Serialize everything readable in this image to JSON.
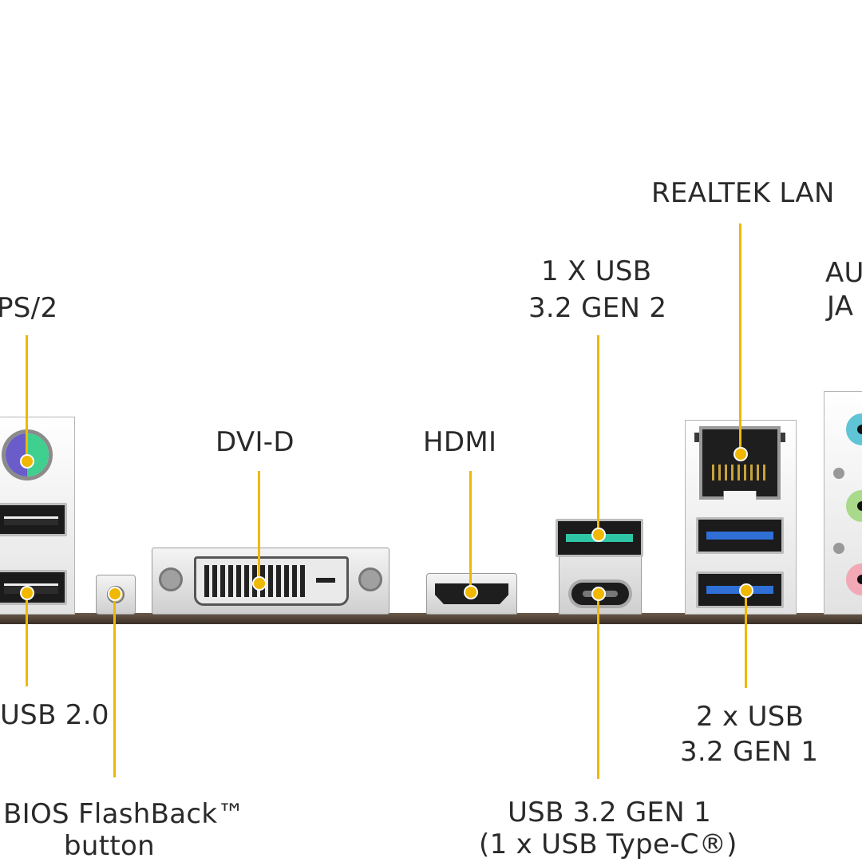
{
  "labels": {
    "ps2": "PS/2",
    "usb20": "USB 2.0",
    "bios_line1": "BIOS FlashBack™",
    "bios_line2": "button",
    "dvid": "DVI-D",
    "hdmi": "HDMI",
    "usb_gen2_line1": "1 X USB",
    "usb_gen2_line2": "3.2 GEN 2",
    "typec_line1": "USB 3.2 GEN 1",
    "typec_line2": "(1 x USB Type-C®)",
    "lan": "REALTEK LAN",
    "usb_gen1_line1": "2 x USB",
    "usb_gen1_line2": "3.2 GEN 1",
    "audio_line1": "AU",
    "audio_line2": "JA"
  },
  "colors": {
    "leader_line": "#f0b800",
    "ps2_keyboard": "#6a5cc9",
    "ps2_mouse": "#3fcf8e",
    "usb_gen2": "#2fc6a6",
    "usb_gen1": "#2f6fd6",
    "audio_line_in": "#5fc4d6",
    "audio_line_out": "#a9d98a",
    "audio_mic": "#f2a8b5"
  }
}
